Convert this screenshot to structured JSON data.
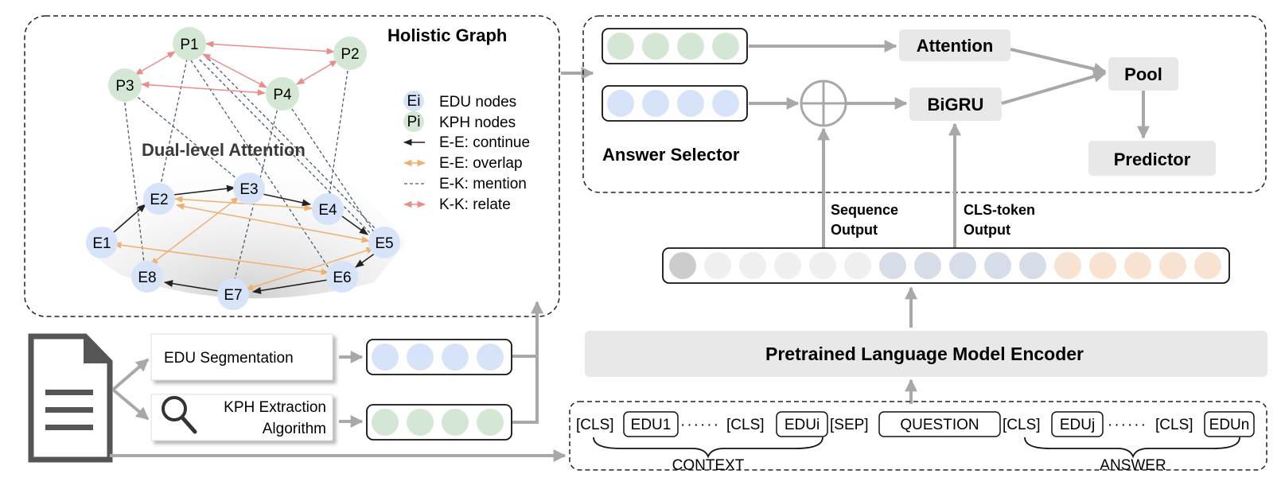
{
  "holistic_graph": {
    "title": "Holistic Graph",
    "attention_label": "Dual-level Attention",
    "nodes": {
      "P1": "P1",
      "P2": "P2",
      "P3": "P3",
      "P4": "P4",
      "E1": "E1",
      "E2": "E2",
      "E3": "E3",
      "E4": "E4",
      "E5": "E5",
      "E6": "E6",
      "E7": "E7",
      "E8": "E8"
    },
    "legend": {
      "edu_symbol": "Ei",
      "edu_label": "EDU nodes",
      "kph_symbol": "Pi",
      "kph_label": "KPH nodes",
      "continue": "E-E: continue",
      "overlap": "E-E: overlap",
      "mention": "E-K: mention",
      "relate": "K-K: relate"
    }
  },
  "answer_selector": {
    "title": "Answer Selector",
    "attention": "Attention",
    "bigru": "BiGRU",
    "pool": "Pool",
    "predictor": "Predictor"
  },
  "outputs": {
    "sequence_line1": "Sequence",
    "sequence_line2": "Output",
    "cls_line1": "CLS-token",
    "cls_line2": "Output"
  },
  "encoder": {
    "label": "Pretrained Language Model Encoder"
  },
  "preprocessing": {
    "edu_segmentation": "EDU Segmentation",
    "kph_line1": "KPH Extraction",
    "kph_line2": "Algorithm"
  },
  "input_sequence": {
    "cls": "[CLS]",
    "edu1": "EDU1",
    "dots": "······",
    "edui": "EDUi",
    "sep": "[SEP]",
    "question": "QUESTION",
    "eduj": "EDUj",
    "edun": "EDUn",
    "context": "CONTEXT",
    "answer": "ANSWER"
  },
  "colors": {
    "edu_node": "#d6e3f8",
    "kph_node": "#d4e6d4",
    "cls_token": "#cccccc",
    "context_token": "#efefef",
    "question_token": "#d6dde8",
    "answer_token": "#f8e2d2",
    "continue_edge": "#222222",
    "overlap_edge": "#f0b070",
    "mention_edge": "#4a5a70",
    "relate_edge": "#e88c8c",
    "module_fill": "#e8e8e8",
    "arrow": "#a8a8a8"
  }
}
